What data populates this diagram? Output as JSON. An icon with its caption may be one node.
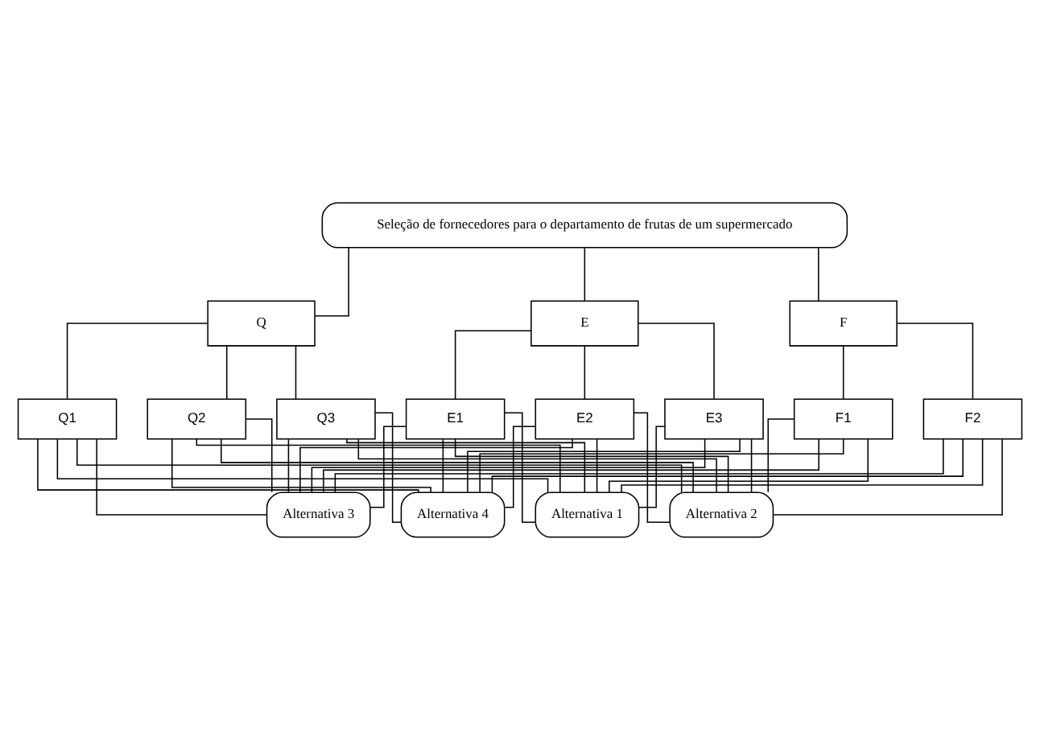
{
  "diagram": {
    "nodes": [
      {
        "text": [
          "Seleção de fornecedores para o departamento de frutas de um supermercado"
        ]
      },
      {
        "text": [
          "Q"
        ]
      },
      {
        "text": [
          "E"
        ]
      },
      {
        "text": [
          "F"
        ]
      },
      {
        "text": [
          "Q1"
        ]
      },
      {
        "text": [
          "Q2"
        ]
      },
      {
        "text": [
          "Q3"
        ]
      },
      {
        "text": [
          "E1"
        ]
      },
      {
        "text": [
          "E2"
        ]
      },
      {
        "text": [
          "E3"
        ]
      },
      {
        "text": [
          "F1"
        ]
      },
      {
        "text": [
          "F2"
        ]
      },
      {
        "text": [
          "Alternativa 1"
        ]
      },
      {
        "text": [
          "Alternativa 2"
        ]
      },
      {
        "text": [
          "Alternativa 3"
        ]
      },
      {
        "text": [
          "Alternativa 4"
        ]
      }
    ],
    "edges": [
      {
        "from": 0,
        "to": 1,
        "arrow": "none"
      },
      {
        "from": 0,
        "to": 2,
        "arrow": "none"
      },
      {
        "from": 0,
        "to": 3,
        "arrow": "none"
      },
      {
        "from": 1,
        "to": 4,
        "arrow": "none"
      },
      {
        "from": 1,
        "to": 5,
        "arrow": "none"
      },
      {
        "from": 1,
        "to": 6,
        "arrow": "none"
      },
      {
        "from": 2,
        "to": 7,
        "arrow": "none"
      },
      {
        "from": 2,
        "to": 8,
        "arrow": "none"
      },
      {
        "from": 2,
        "to": 9,
        "arrow": "none"
      },
      {
        "from": 3,
        "to": 10,
        "arrow": "none"
      },
      {
        "from": 3,
        "to": 11,
        "arrow": "none"
      },
      {
        "from": 4,
        "to": 12,
        "arrow": "none"
      },
      {
        "from": 4,
        "to": 13,
        "arrow": "none"
      },
      {
        "from": 4,
        "to": 14,
        "arrow": "none"
      },
      {
        "from": 4,
        "to": 15,
        "arrow": "none"
      },
      {
        "from": 5,
        "to": 12,
        "arrow": "none"
      },
      {
        "from": 5,
        "to": 13,
        "arrow": "none"
      },
      {
        "from": 5,
        "to": 14,
        "arrow": "none"
      },
      {
        "from": 5,
        "to": 15,
        "arrow": "none"
      },
      {
        "from": 6,
        "to": 12,
        "arrow": "none"
      },
      {
        "from": 6,
        "to": 13,
        "arrow": "none"
      },
      {
        "from": 6,
        "to": 14,
        "arrow": "none"
      },
      {
        "from": 6,
        "to": 15,
        "arrow": "none"
      },
      {
        "from": 7,
        "to": 12,
        "arrow": "none"
      },
      {
        "from": 7,
        "to": 13,
        "arrow": "none"
      },
      {
        "from": 7,
        "to": 14,
        "arrow": "none"
      },
      {
        "from": 7,
        "to": 15,
        "arrow": "none"
      },
      {
        "from": 8,
        "to": 12,
        "arrow": "none"
      },
      {
        "from": 8,
        "to": 13,
        "arrow": "none"
      },
      {
        "from": 8,
        "to": 14,
        "arrow": "none"
      },
      {
        "from": 8,
        "to": 15,
        "arrow": "none"
      },
      {
        "from": 9,
        "to": 12,
        "arrow": "none"
      },
      {
        "from": 9,
        "to": 13,
        "arrow": "none"
      },
      {
        "from": 9,
        "to": 14,
        "arrow": "none"
      },
      {
        "from": 9,
        "to": 15,
        "arrow": "none"
      },
      {
        "from": 10,
        "to": 12,
        "arrow": "none"
      },
      {
        "from": 10,
        "to": 13,
        "arrow": "none"
      },
      {
        "from": 10,
        "to": 14,
        "arrow": "none"
      },
      {
        "from": 10,
        "to": 15,
        "arrow": "none"
      },
      {
        "from": 11,
        "to": 12,
        "arrow": "none"
      },
      {
        "from": 11,
        "to": 13,
        "arrow": "none"
      },
      {
        "from": 11,
        "to": 14,
        "arrow": "none"
      },
      {
        "from": 11,
        "to": 15,
        "arrow": "none"
      }
    ]
  }
}
